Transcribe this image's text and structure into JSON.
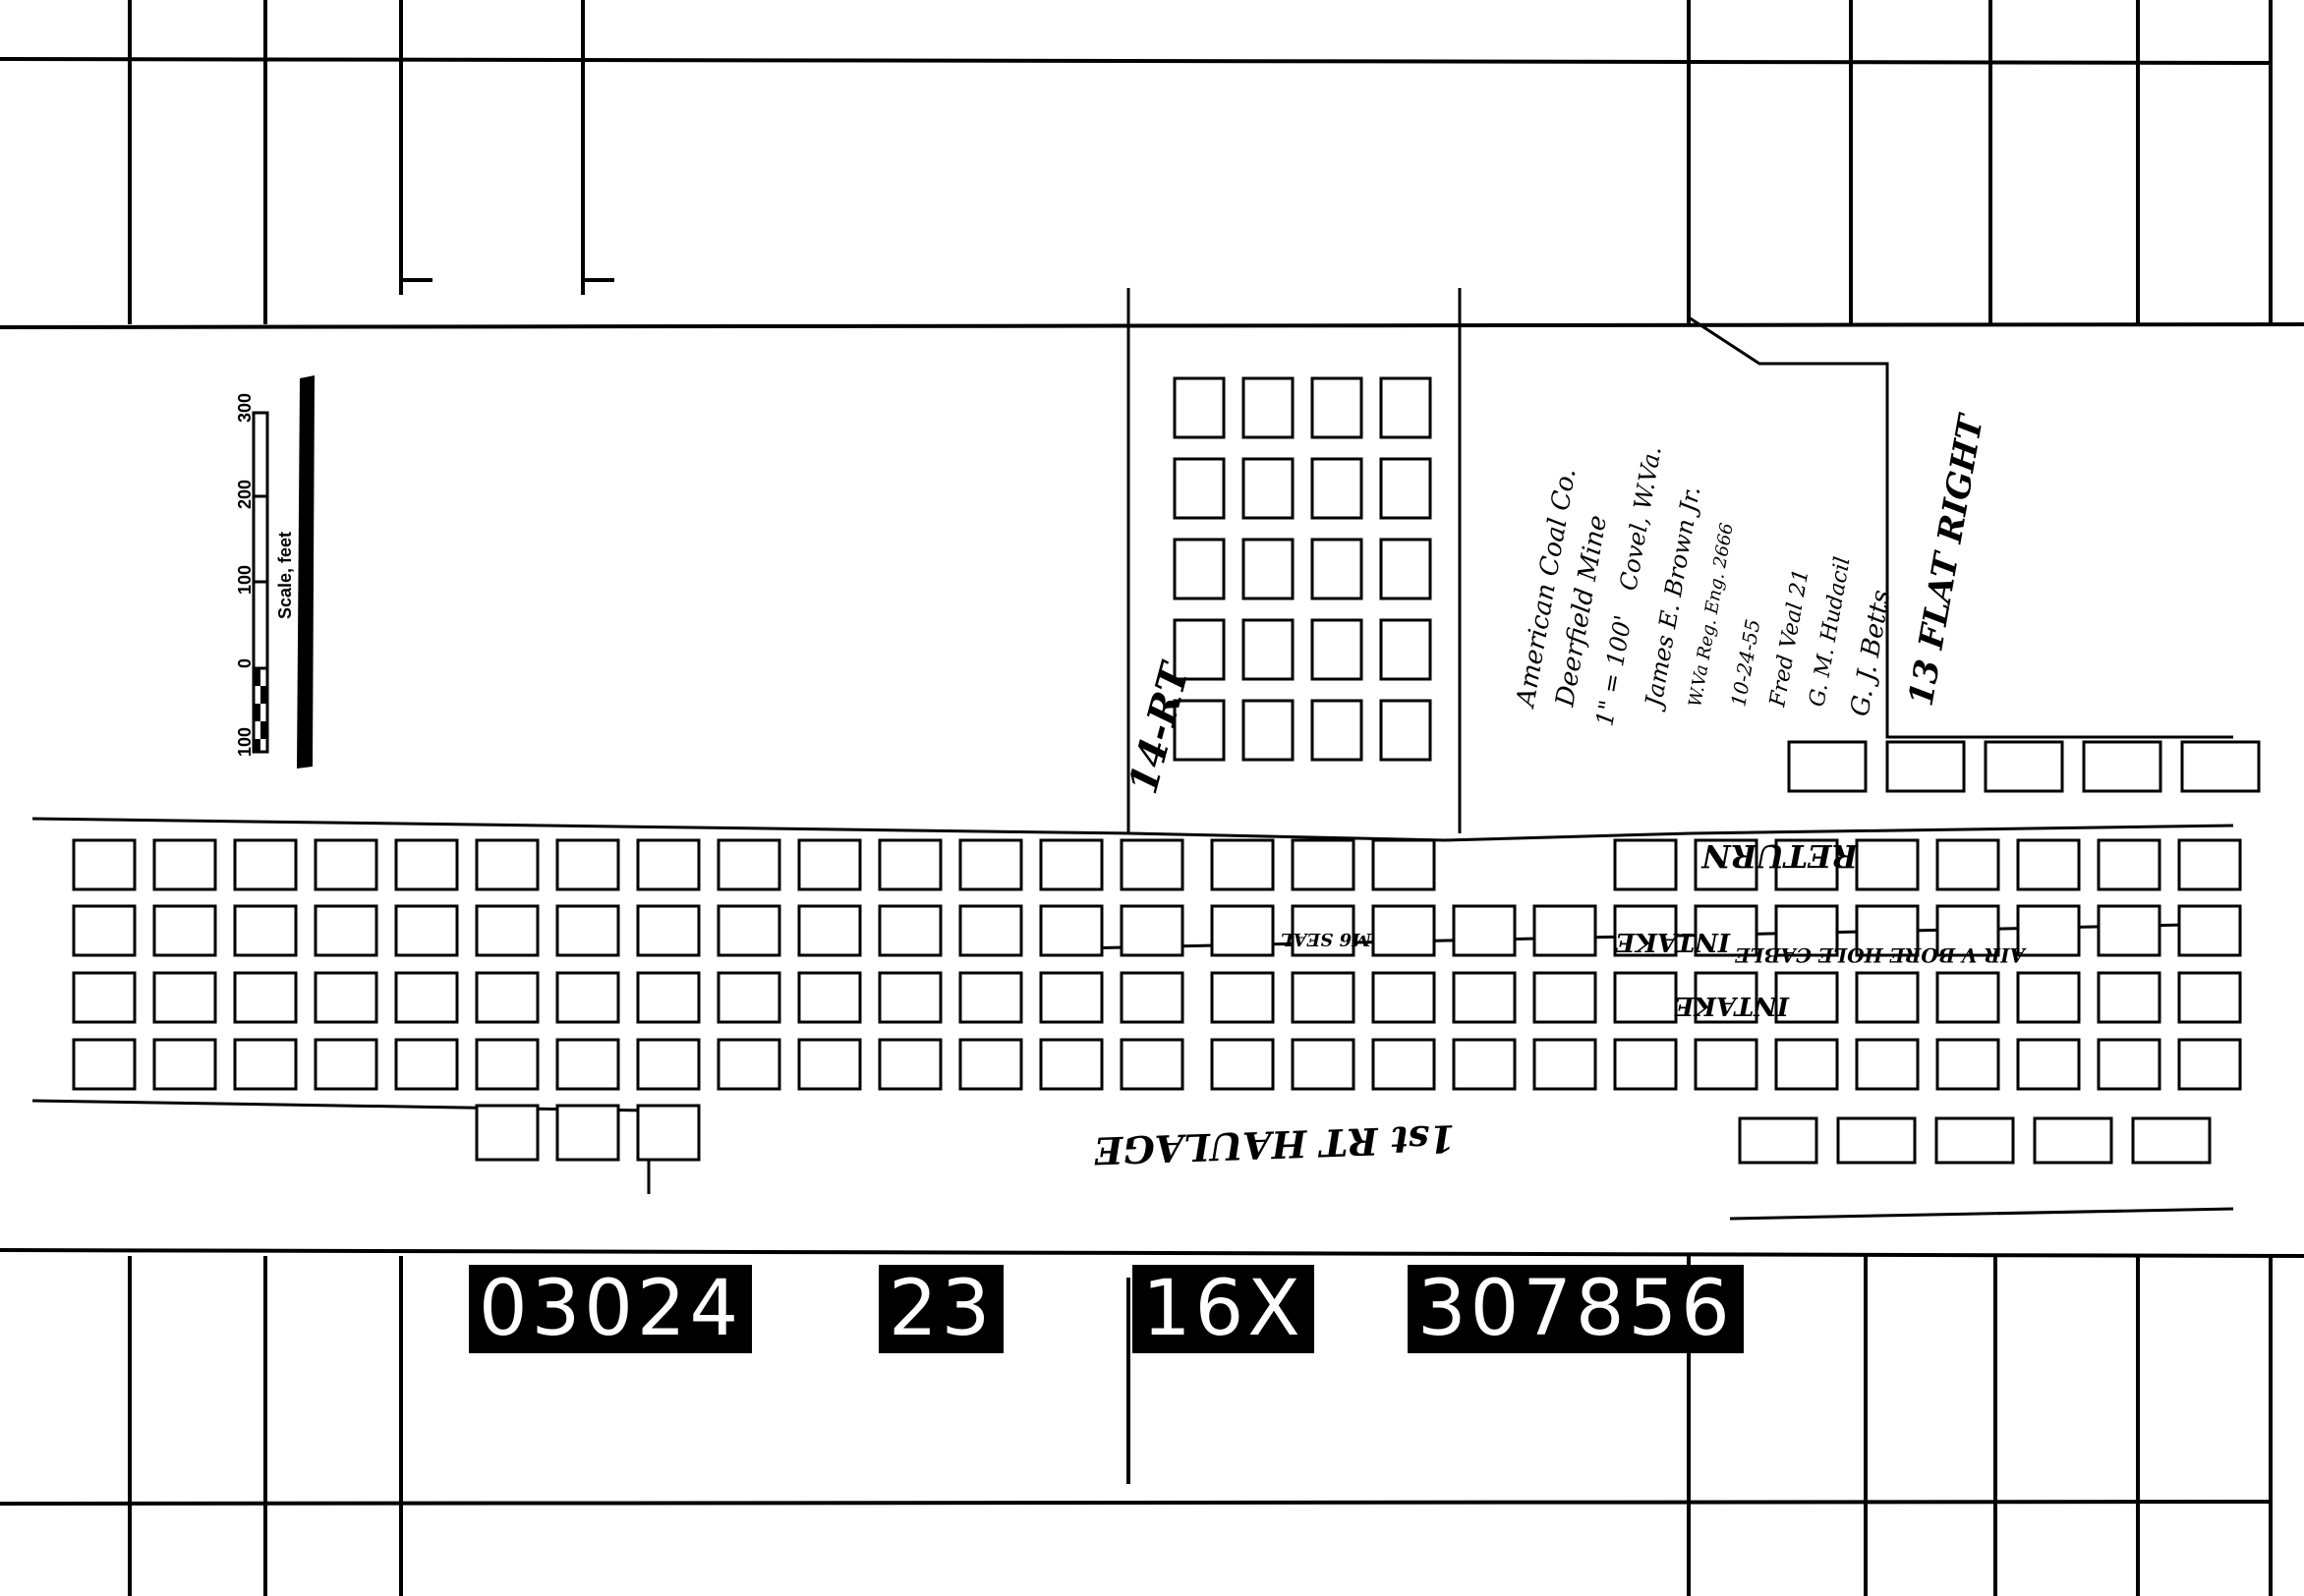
{
  "title_block": {
    "company": "American Coal Co.",
    "mine": "Deerfield Mine",
    "scale": "1\" = 100'",
    "location": "Covel, W.Va.",
    "engineer": "James E. Brown Jr.",
    "registration": "W.Va Reg. Eng. 2666",
    "date": "10-24-55",
    "signature_1": "Fred Veal 21",
    "signature_2": "G. M. Hudacil",
    "signature_3": "G. J. Betts"
  },
  "scale_bar": {
    "title": "Scale, feet",
    "ticks": [
      "100",
      "0",
      "100",
      "200",
      "300"
    ]
  },
  "map_labels": {
    "section_14rt": "14-RT",
    "section_13flat": "13 FLAT RIGHT",
    "return": "RETURN",
    "intake_1": "INTAKE",
    "intake_2": "INTAKE",
    "borehole": "AIR V BORE HOLE CABLE",
    "seal": "M6 SEAL",
    "haulage": "1st RT HAULAGE"
  },
  "film_tags": [
    "03024",
    "23",
    "16X",
    "307856"
  ],
  "colors": {
    "ink": "#000000",
    "paper": "#ffffff"
  }
}
